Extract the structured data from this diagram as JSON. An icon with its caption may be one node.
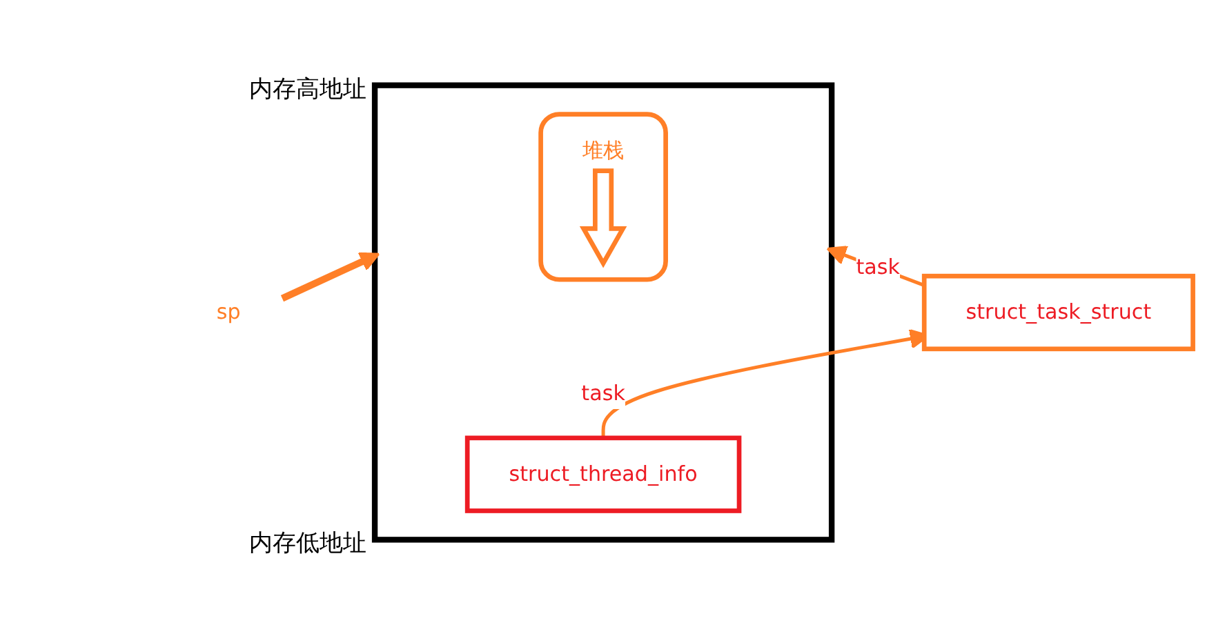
{
  "diagram": {
    "nodes": [
      {
        "text": [],
        "shape": "box",
        "beside": [
          "内存高地址",
          "内存低地址"
        ]
      },
      {
        "text": [
          "堆栈"
        ],
        "in": 0
      },
      {
        "text": [
          "sp"
        ]
      },
      {
        "text": [
          "struct_thread_info"
        ],
        "in": 0
      },
      {
        "text": [
          "struct_task_struct"
        ]
      }
    ],
    "edges": [
      {
        "from": 2,
        "to": 0,
        "arrow": "to",
        "style": "thick"
      },
      {
        "from": 3,
        "to": 4,
        "arrow": "to",
        "label": "task"
      },
      {
        "from": 4,
        "to": 0,
        "arrow": "to",
        "label": "task"
      }
    ]
  }
}
